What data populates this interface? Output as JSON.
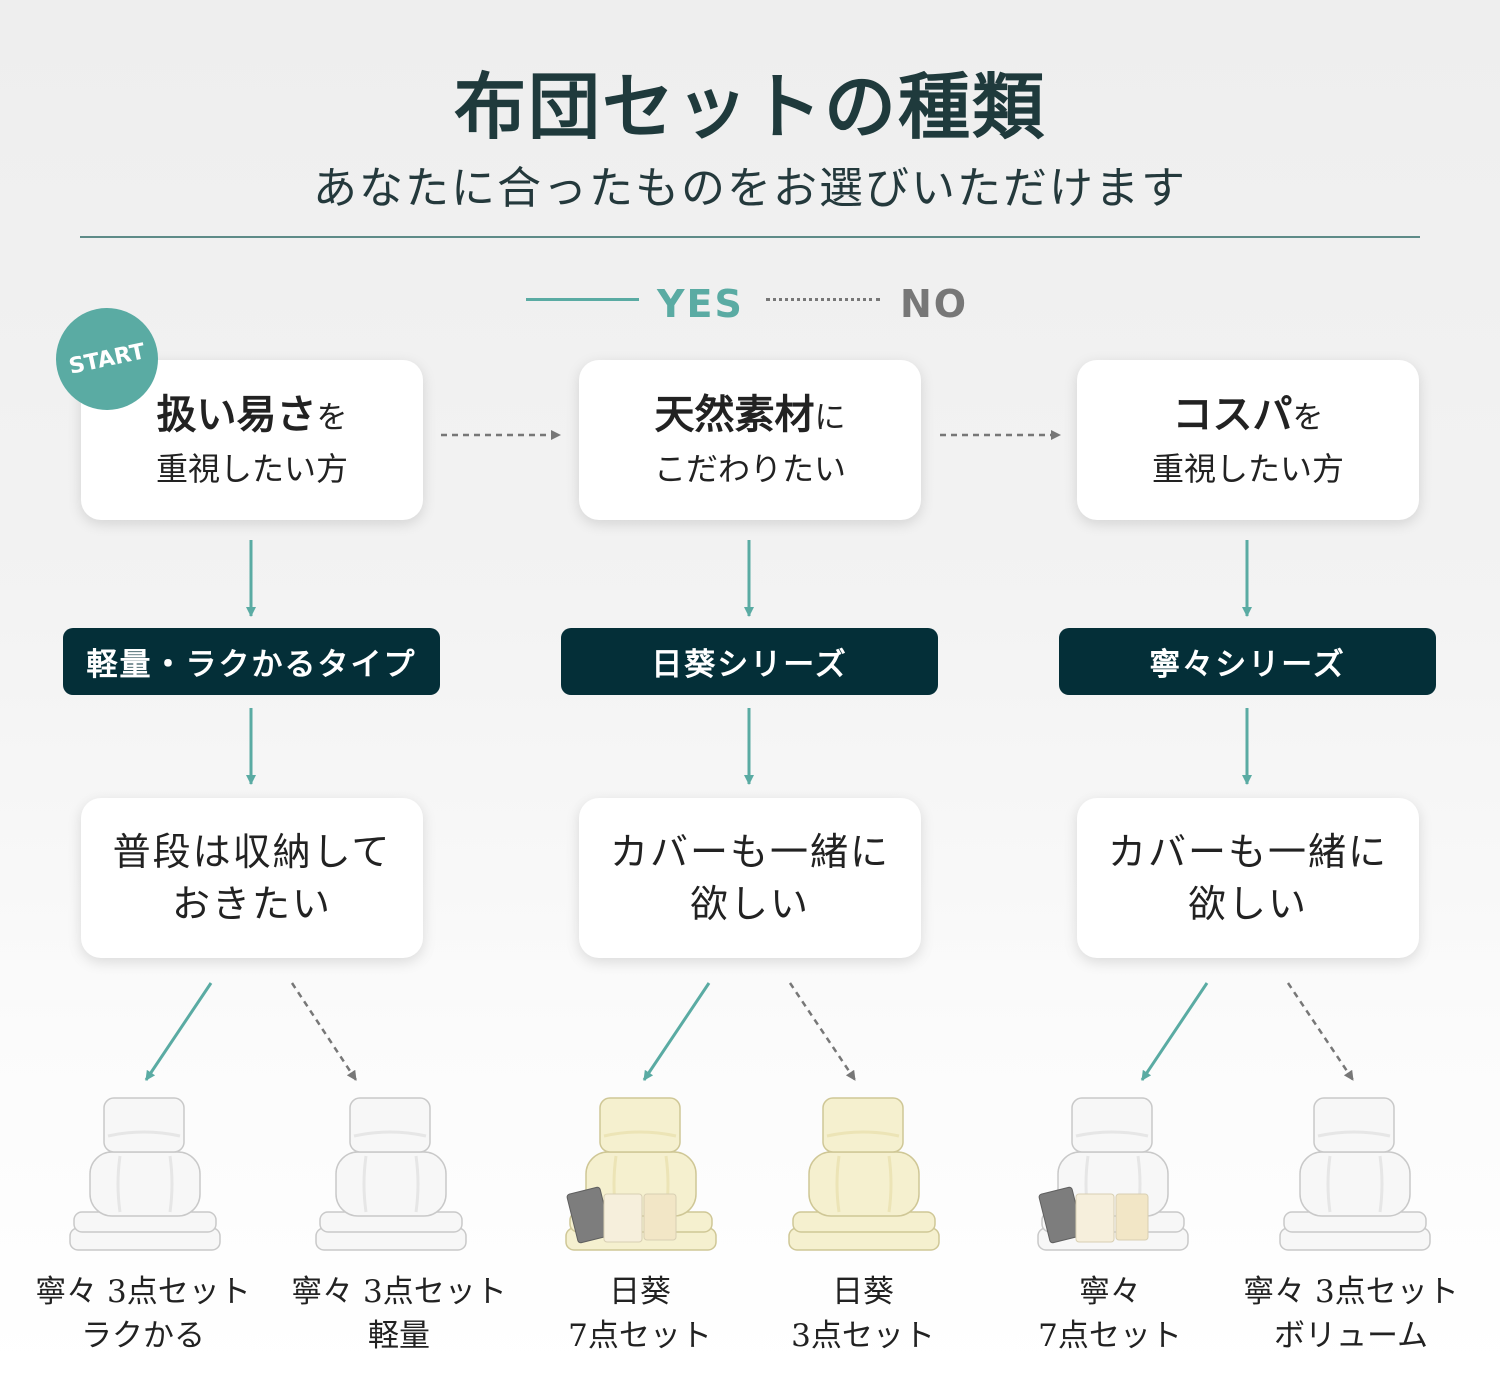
{
  "title": "布団セットの種類",
  "subtitle": "あなたに合ったものをお選びいただけます",
  "legend": {
    "yes": "YES",
    "no": "NO"
  },
  "start_badge": "START",
  "questions": [
    {
      "strong": "扱い易さ",
      "suffix": "を",
      "line2": "重視したい方"
    },
    {
      "strong": "天然素材",
      "suffix": "に",
      "line2": "こだわりたい"
    },
    {
      "strong": "コスパ",
      "suffix": "を",
      "line2": "重視したい方"
    }
  ],
  "series": [
    "軽量・ラクかるタイプ",
    "日葵シリーズ",
    "寧々シリーズ"
  ],
  "conditions": [
    {
      "line1": "普段は収納して",
      "line2": "おきたい"
    },
    {
      "line1": "カバーも一緒に",
      "line2": "欲しい"
    },
    {
      "line1": "カバーも一緒に",
      "line2": "欲しい"
    }
  ],
  "products": [
    {
      "line1": "寧々 3点セット",
      "line2": "ラクかる",
      "color": "white",
      "extras": false
    },
    {
      "line1": "寧々 3点セット",
      "line2": "軽量",
      "color": "white",
      "extras": false
    },
    {
      "line1": "日葵",
      "line2": "7点セット",
      "color": "cream",
      "extras": true
    },
    {
      "line1": "日葵",
      "line2": "3点セット",
      "color": "cream",
      "extras": false
    },
    {
      "line1": "寧々",
      "line2": "7点セット",
      "color": "white",
      "extras": true
    },
    {
      "line1": "寧々 3点セット",
      "line2": "ボリューム",
      "color": "white",
      "extras": false
    }
  ],
  "colors": {
    "accent": "#5aaba3",
    "dark": "#042f38",
    "no_arrow": "#777777"
  }
}
